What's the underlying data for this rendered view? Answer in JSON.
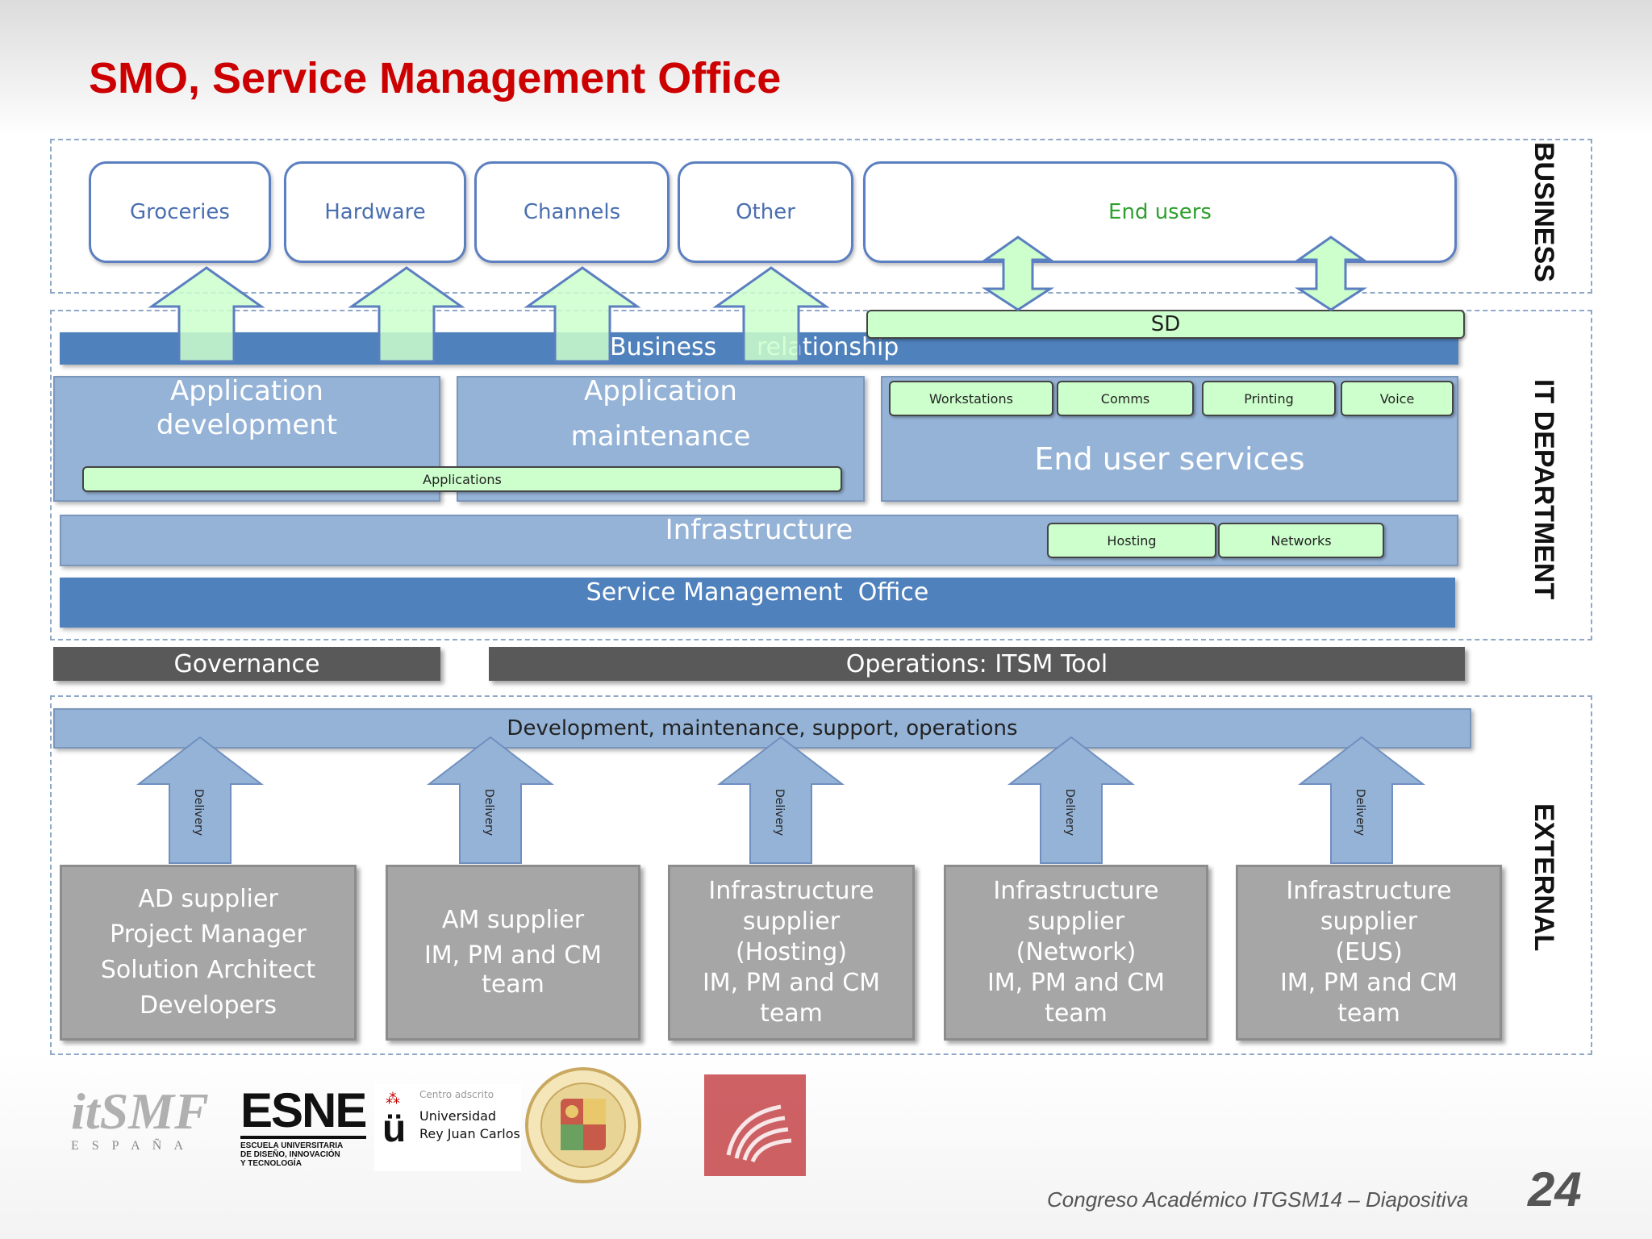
{
  "title": "SMO, Service Management Office",
  "sections": {
    "business": "BUSINESS",
    "it": "IT DEPARTMENT",
    "external": "EXTERNAL"
  },
  "business_units": [
    "Groceries",
    "Hardware",
    "Channels",
    "Other"
  ],
  "end_users": "End users",
  "sd": "SD",
  "business_relationship": {
    "left": "Business",
    "right": "relationship"
  },
  "app_dev": [
    "Application",
    "development"
  ],
  "app_maint": [
    "Application",
    "maintenance"
  ],
  "applications": "Applications",
  "eus_items": [
    "Workstations",
    "Comms",
    "Printing",
    "Voice"
  ],
  "end_user_services": "End user services",
  "infrastructure": "Infrastructure",
  "infra_items": [
    "Hosting",
    "Networks"
  ],
  "smo": "Service Management  Office",
  "governance": "Governance",
  "operations": "Operations: ITSM Tool",
  "dev_bar": "Development, maintenance, support, operations",
  "delivery": "Delivery",
  "suppliers": [
    [
      "AD supplier",
      "Project Manager",
      "Solution Architect",
      "Developers"
    ],
    [
      "AM supplier",
      "IM, PM and CM",
      "team"
    ],
    [
      "Infrastructure",
      "supplier",
      "(Hosting)",
      "IM, PM and CM",
      "team"
    ],
    [
      "Infrastructure",
      "supplier",
      "(Network)",
      "IM, PM and CM",
      "team"
    ],
    [
      "Infrastructure",
      "supplier",
      "(EUS)",
      "IM, PM and CM",
      "team"
    ]
  ],
  "logos": {
    "itsmf": "itSMF",
    "itsmf_sub": "E S P A Ñ A",
    "esne": "ESNE",
    "esne_sub": [
      "ESCUELA UNIVERSITARIA",
      "DE DISEÑO, INNOVACIÓN",
      "Y TECNOLOGÍA"
    ],
    "urjc_top": "Centro adscrito",
    "urjc": [
      "Universidad",
      "Rey Juan Carlos"
    ]
  },
  "footer": "Congreso Académico ITGSM14 – Diapositiva",
  "page_number": "24"
}
